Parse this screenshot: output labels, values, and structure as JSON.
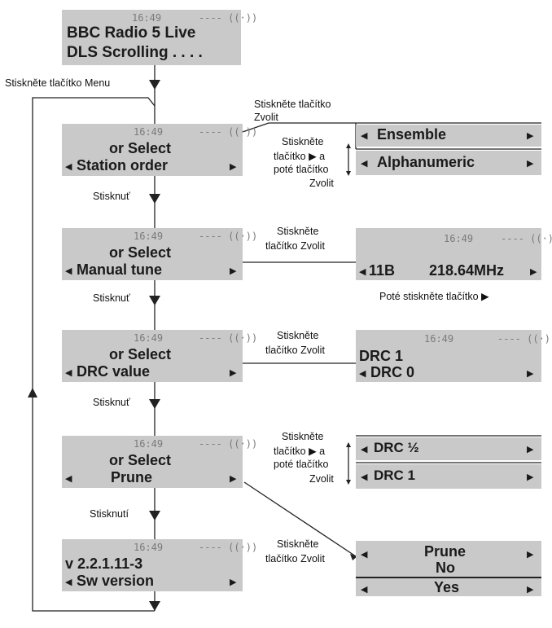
{
  "status": {
    "time": "16:49",
    "signal": "---- ((·))"
  },
  "arrow_left": "◀",
  "arrow_right": "▶",
  "screens": {
    "main": {
      "line1": "BBC Radio 5 Live",
      "line2": "DLS Scrolling . . . ."
    },
    "station": {
      "line1": "or Select",
      "line2": "Station order"
    },
    "manual": {
      "line1": "or Select",
      "line2": "Manual tune"
    },
    "drc": {
      "line1": "or Select",
      "line2": "DRC value"
    },
    "prune": {
      "line1": "or Select",
      "line2": "Prune"
    },
    "sw": {
      "line1": "v 2.2.1.11-3",
      "line2": "Sw version"
    }
  },
  "options": {
    "ensemble": "Ensemble",
    "alphanumeric": "Alphanumeric",
    "tune_channel": "11B",
    "tune_freq": "218.64MHz",
    "drc_line1": "DRC 1",
    "drc_line2": "DRC 0",
    "drc_half": "DRC ½",
    "drc_one": "DRC 1",
    "prune_title": "Prune",
    "prune_no": "No",
    "prune_yes": "Yes"
  },
  "labels": {
    "press_menu": "Stiskněte tlačítko Menu",
    "press_select_a1": "Stiskněte tlačítko",
    "press_select_a2": "Zvolit",
    "arrow_then_1": "Stiskněte",
    "arrow_then_2": "tlačítko ▶ a",
    "arrow_then_3": "poté tlačítko",
    "arrow_then_4": "Zvolit",
    "press_select_b1": "Stiskněte",
    "press_select_b2": "tlačítko Zvolit",
    "then_press_arrow": "Poté stiskněte tlačítko ▶",
    "press_1": "Stisknuť",
    "press_2": "Stisknuť",
    "press_3": "Stisknuť",
    "press_4": "Stisknutí"
  }
}
